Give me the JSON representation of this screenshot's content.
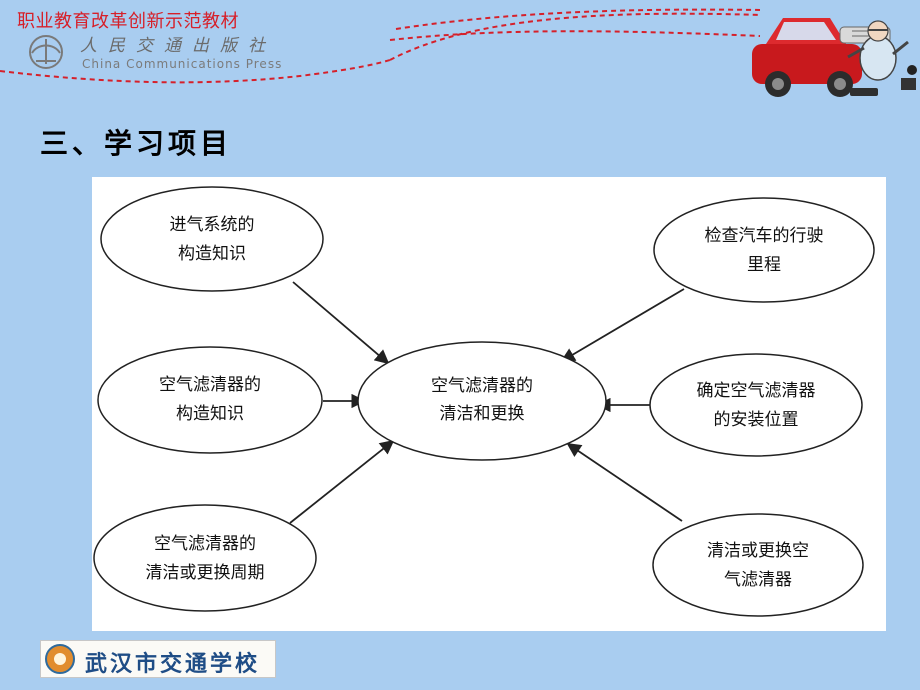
{
  "header": {
    "series_title": "职业教育改革创新示范教材",
    "publisher_cn": "人民交通出版社",
    "publisher_en": "China Communications Press"
  },
  "section": {
    "title": "三、学习项目"
  },
  "diagram": {
    "center": {
      "line1": "空气滤清器的",
      "line2": "清洁和更换"
    },
    "left_nodes": [
      {
        "line1": "进气系统的",
        "line2": "构造知识"
      },
      {
        "line1": "空气滤清器的",
        "line2": "构造知识"
      },
      {
        "line1": "空气滤清器的",
        "line2": "清洁或更换周期"
      }
    ],
    "right_nodes": [
      {
        "line1": "检查汽车的行驶",
        "line2": "里程"
      },
      {
        "line1": "确定空气滤清器",
        "line2": "的安装位置"
      },
      {
        "line1": "清洁或更换空",
        "line2": "气滤清器"
      }
    ]
  },
  "footer": {
    "school_name": "武汉市交通学校"
  },
  "colors": {
    "background": "#a9cdf0",
    "header_text": "#d6202a",
    "header_line": "#d6202a",
    "panel": "#ffffff",
    "school_text": "#1f4d86"
  }
}
